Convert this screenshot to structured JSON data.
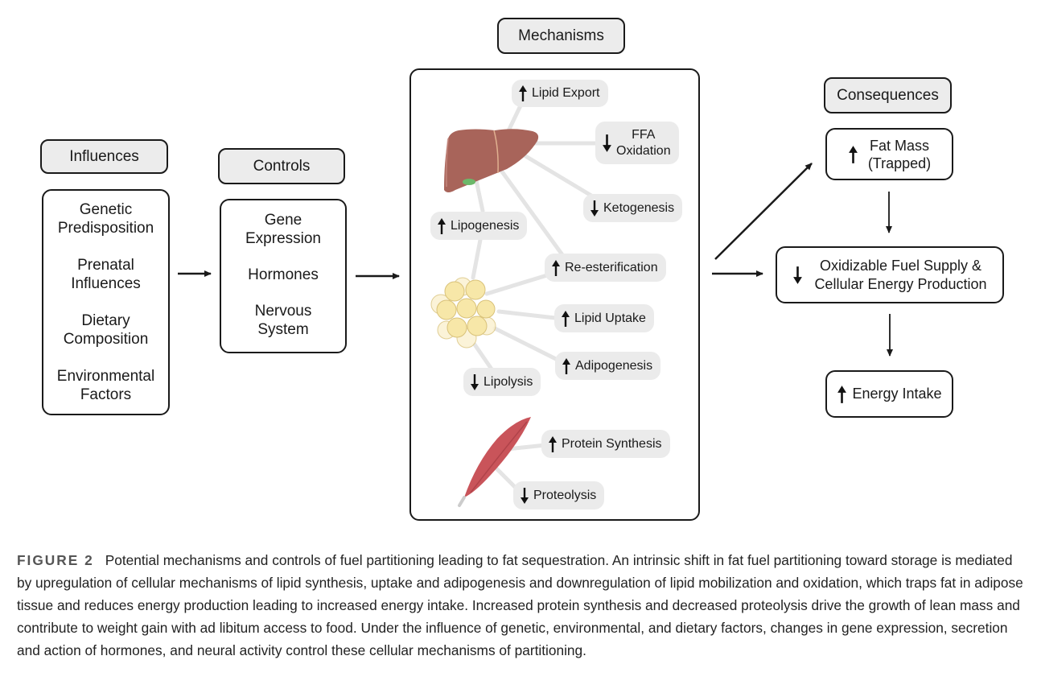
{
  "influences": {
    "header": "Influences",
    "items": [
      [
        "Genetic",
        "Predisposition"
      ],
      [
        "Prenatal",
        "Influences"
      ],
      [
        "Dietary",
        "Composition"
      ],
      [
        "Environmental",
        "Factors"
      ]
    ]
  },
  "controls": {
    "header": "Controls",
    "items": [
      [
        "Gene",
        "Expression"
      ],
      [
        "Hormones"
      ],
      [
        "Nervous",
        "System"
      ]
    ]
  },
  "mechanisms": {
    "header": "Mechanisms",
    "liver": [
      {
        "label": "Lipid Export",
        "direction": "up"
      },
      {
        "label_lines": [
          "FFA",
          "Oxidation"
        ],
        "direction": "down"
      },
      {
        "label": "Ketogenesis",
        "direction": "down"
      },
      {
        "label": "Lipogenesis",
        "direction": "up"
      },
      {
        "label": "Re-esterification",
        "direction": "up"
      }
    ],
    "adipose": [
      {
        "label": "Lipid Uptake",
        "direction": "up"
      },
      {
        "label": "Adipogenesis",
        "direction": "up"
      },
      {
        "label": "Lipolysis",
        "direction": "down"
      }
    ],
    "muscle": [
      {
        "label": "Protein Synthesis",
        "direction": "up"
      },
      {
        "label": "Proteolysis",
        "direction": "down"
      }
    ]
  },
  "consequences": {
    "header": "Consequences",
    "fat_mass": {
      "lines": [
        "Fat Mass",
        "(Trapped)"
      ],
      "direction": "up"
    },
    "fuel_supply": {
      "lines": [
        "Oxidizable Fuel Supply &",
        "Cellular Energy Production"
      ],
      "direction": "down"
    },
    "energy_intake": {
      "label": "Energy Intake",
      "direction": "up"
    }
  },
  "caption": {
    "figure_label": "FIGURE 2",
    "text": "Potential mechanisms and controls of fuel partitioning leading to fat sequestration. An intrinsic shift in fat fuel partitioning toward storage is mediated by upregulation of cellular mechanisms of lipid synthesis, uptake and adipogenesis and downregulation of lipid mobilization and oxidation, which traps fat in adipose tissue and reduces energy production leading to increased energy intake. Increased protein synthesis and decreased proteolysis drive the growth of lean mass and contribute to weight gain with ad libitum access to food. Under the influence of genetic, environmental, and dietary factors, changes in gene expression, secretion and action of hormones, and neural activity control these cellular mechanisms of partitioning."
  },
  "colors": {
    "liver": "#a8645a",
    "gallbladder": "#6cb86a",
    "fat_cell": "#f7e7a8",
    "muscle": "#c9545a",
    "pill_bg": "#ebebeb",
    "header_bg": "#ececec"
  }
}
